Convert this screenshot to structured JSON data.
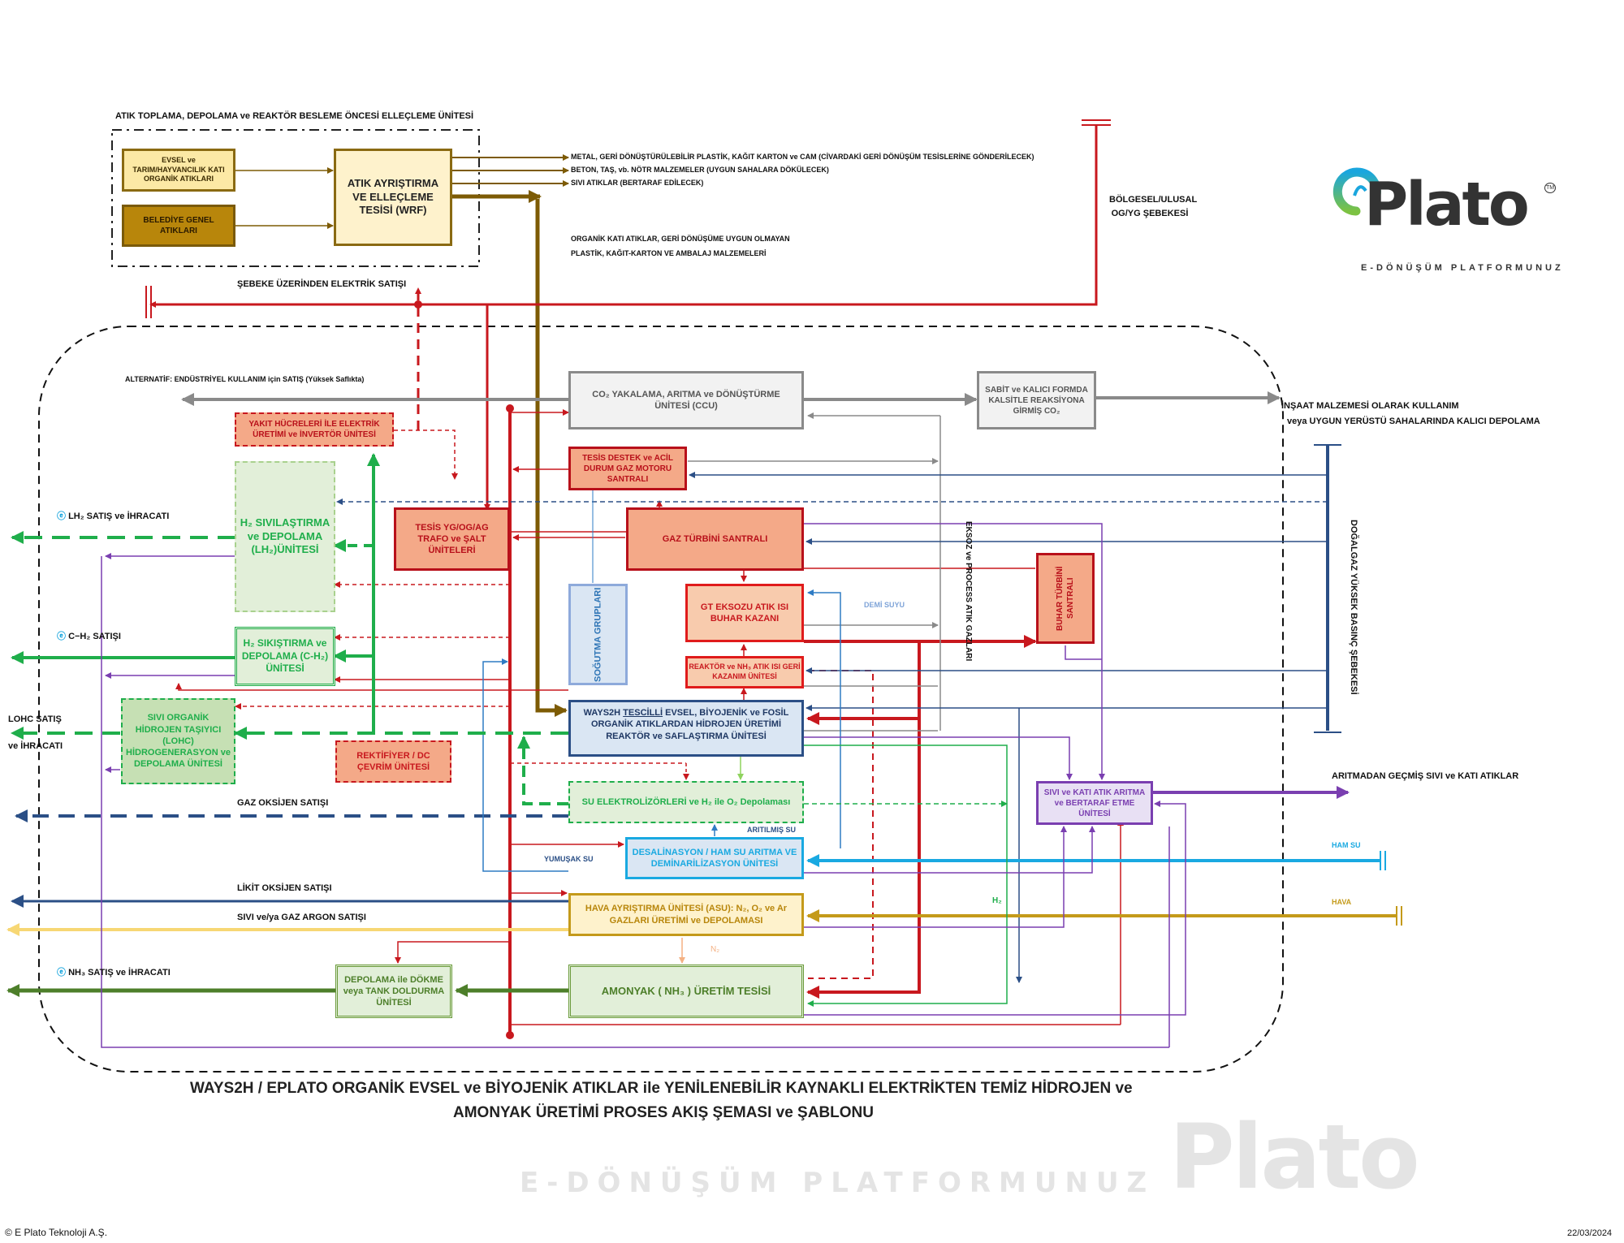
{
  "logo": {
    "brand": "Plato",
    "tagline": "E-DÖNÜŞÜM PLATFORMUNUZ",
    "tm": "TM"
  },
  "watermark": {
    "text": "Plato",
    "tagline": "E-DÖNÜŞÜM PLATFORMUNUZ"
  },
  "waste_section": {
    "title": "ATIK TOPLAMA, DEPOLAMA ve REAKTÖR BESLEME ÖNCESİ ELLEÇLEME ÜNİTESİ",
    "evsel": "EVSEL ve TARIM/HAYVANCILIK KATI ORGANİK ATIKLARI",
    "belediye": "BELEDİYE GENEL ATIKLARI",
    "wrf": "ATIK AYRIŞTIRMA VE ELLEÇLEME TESİSİ (WRF)",
    "out_metal": "METAL, GERİ DÖNÜŞTÜRÜLEBİLİR PLASTİK, KAĞIT KARTON ve CAM (CİVARDAKİ GERİ DÖNÜŞÜM TESİSLERİNE GÖNDERİLECEK)",
    "out_beton": "BETON, TAŞ, vb. NÖTR MALZEMELER (UYGUN SAHALARA DÖKÜLECEK)",
    "out_sivi": "SIVI ATIKLAR (BERTARAF EDİLECEK)",
    "out_organik_1": "ORGANİK KATI ATIKLAR, GERİ DÖNÜŞÜME UYGUN OLMAYAN",
    "out_organik_2": "PLASTİK, KAĞIT-KARTON VE AMBALAJ MALZEMELERİ"
  },
  "grid": {
    "regional": "BÖLGESEL/ULUSAL OG/YG ŞEBEKESİ",
    "sale": "ŞEBEKE ÜZERİNDEN ELEKTRİK SATIŞI",
    "gas_network": "DOĞALGAZ YÜKSEK BASINÇ ŞEBEKESİ",
    "exhaust": "EKSOZ ve PROCESS ATIK GAZLARI"
  },
  "units": {
    "ccu": "CO₂ YAKALAMA, ARITMA ve DÖNÜŞTÜRME ÜNİTESİ (CCU)",
    "co2_fixed": "SABİT ve KALICI FORMDA KALSİTLE REAKSİYONA GİRMİŞ CO₂",
    "fuel_cell": "YAKIT HÜCRELERİ İLE ELEKTRİK ÜRETİMİ ve İNVERTÖR ÜNİTESİ",
    "support_engine": "TESİS DESTEK ve ACİL DURUM GAZ MOTORU SANTRALI",
    "lh2": "H₂ SIVILAŞTIRMA ve DEPOLAMA (LH₂)ÜNİTESİ",
    "trafo": "TESİS YG/OG/AG TRAFO ve ŞALT ÜNİTELERİ",
    "gas_turbine": "GAZ TÜRBİNİ SANTRALI",
    "steam_turbine": "BUHAR TÜRBİNİ SANTRALI",
    "cooling": "SOĞUTMA GRUPLARI",
    "gt_boiler": "GT EKSOZU ATIK ISI BUHAR KAZANI",
    "heat_recovery": "REAKTÖR ve NH₃ ATIK ISI GERİ KAZANIM ÜNİTESİ",
    "ch2": "H₂ SIKIŞTIRMA ve DEPOLAMA (C-H₂) ÜNİTESİ",
    "lohc": "SIVI ORGANİK HİDROJEN TAŞIYICI (LOHC) HİDROGENERASYON ve DEPOLAMA ÜNİTESİ",
    "ways2h_prefix": "WAYS2H",
    "ways2h_underlined": "TESCİLLİ",
    "ways2h_rest": "EVSEL, BİYOJENİK ve FOSİL ORGANİK ATIKLARDAN HİDROJEN ÜRETİMİ REAKTÖR ve SAFLAŞTIRMA ÜNİTESİ",
    "rectifier": "REKTİFİYER / DC ÇEVRİM ÜNİTESİ",
    "electrolyzer": "SU ELEKTROLİZÖRLERİ ve H₂ ile O₂ Depolaması",
    "desal": "DESALİNASYON / HAM SU ARITMA VE DEMİNARİLİZASYON ÜNİTESİ",
    "asu": "HAVA AYRIŞTIRMA ÜNİTESİ (ASU): N₂, O₂ ve Ar GAZLARI ÜRETİMİ ve DEPOLAMASI",
    "ammonia": "AMONYAK ( NH₃ ) ÜRETİM TESİSİ",
    "nh3_storage": "DEPOLAMA ile DÖKME veya TANK DOLDURMA ÜNİTESİ",
    "waste_treat": "SIVI ve KATI ATIK ARITMA ve BERTARAF ETME ÜNİTESİ"
  },
  "labels": {
    "alt_sale": "ALTERNATİF:  ENDÜSTRİYEL KULLANIM için SATIŞ (Yüksek Saflıkta)",
    "construction_1": "İNŞAAT MALZEMESİ OLARAK KULLANIM",
    "construction_2": "veya UYGUN YERÜSTÜ SAHALARINDA KALICI DEPOLAMA",
    "lh2_sale": "LH₂ SATIŞ ve İHRACATI",
    "ch2_sale": "C−H₂ SATIŞI",
    "lohc_sale_1": "LOHC SATIŞ",
    "lohc_sale_2": "ve İHRACATI",
    "gas_oxygen": "GAZ OKSİJEN SATIŞI",
    "liquid_oxygen": "LİKİT OKSİJEN SATIŞI",
    "argon": "SIVI ve/ya GAZ ARGON SATIŞI",
    "nh3_sale": "NH₃ SATIŞ ve İHRACATI",
    "demi": "DEMİ SUYU",
    "treated_water": "ARITILMIŞ SU",
    "soft_water": "YUMUŞAK SU",
    "n2": "N₂",
    "h2": "H₂",
    "raw_water": "HAM SU",
    "air": "HAVA",
    "waste_out": "ARITMADAN GEÇMİŞ SIVI ve KATI ATIKLAR"
  },
  "title": {
    "line1": "WAYS2H / EPLATO ORGANİK EVSEL ve BİYOJENİK ATIKLAR ile YENİLENEBİLİR KAYNAKLI ELEKTRİKTEN TEMİZ HİDROJEN ve",
    "line2": "AMONYAK ÜRETİMİ PROSES AKIŞ ŞEMASI ve ŞABLONU"
  },
  "footer": {
    "copyright": "© E Plato Teknoloji A.Ş.",
    "date": "22/03/2024"
  },
  "colors": {
    "red": "#d7191c",
    "dark_red": "#b01c1c",
    "green": "#1fae4b",
    "dark_green": "#4d7f2a",
    "navy": "#2b4f86",
    "blue": "#2e7bc4",
    "cyan": "#19a9e1",
    "purple": "#7a3fb0",
    "gold": "#c49a1a",
    "brown": "#7d5b05",
    "grey": "#8a8a8a",
    "yellow": "#f7d774"
  }
}
